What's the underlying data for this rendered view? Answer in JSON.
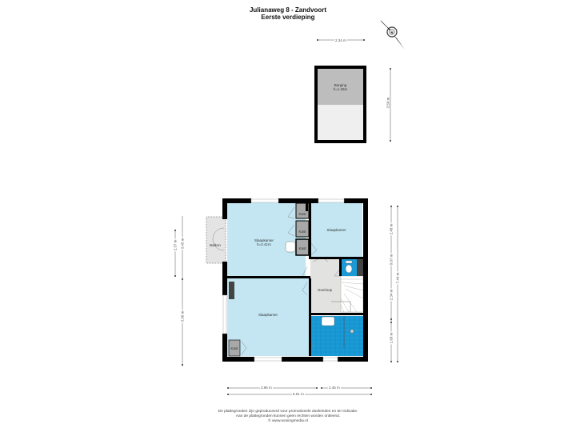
{
  "header": {
    "title": "Julianaweg 8 - Zandvoort",
    "subtitle": "Eerste verdieping"
  },
  "compass": {
    "icon": "compass-north-icon",
    "label": "N"
  },
  "storage": {
    "name": "Berging",
    "height": "h=1.26m",
    "dim_width": "2.34 m",
    "dim_height": "3.50 m"
  },
  "rooms": {
    "bedroom_main": {
      "name": "Slaapkamer",
      "height": "h=2.41m"
    },
    "bedroom_right": {
      "name": "Slaapkamer"
    },
    "bedroom_bottom": {
      "name": "Slaapkamer"
    },
    "landing": {
      "name": "Overloop"
    },
    "balcony": {
      "name": "Balkon"
    },
    "closets": [
      "Kast",
      "Kast",
      "Kast",
      "Kast"
    ]
  },
  "dimensions": {
    "left_outer_top": "3.45 m",
    "left_inner_top": "2.37 m",
    "left_bottom": "3.96 m",
    "right_1": "2.48 m",
    "right_2": "0.07 m",
    "right_3": "2.34 m",
    "right_4": "1.68 m",
    "right_total": "7.44 m",
    "bottom_left": "3.96 m",
    "bottom_right": "2.45 m",
    "bottom_total": "6.61 m"
  },
  "colors": {
    "room_blue": "#c3e6f2",
    "tile_blue": "#1a9ad6",
    "landing_gray": "#e2e2e0",
    "closet_gray": "#a8a8a8",
    "wall": "#000000",
    "storage_low": "#bdbdbd",
    "storage_high": "#efefef"
  },
  "footer": {
    "line1": "De plattegronden zijn geproduceerd voor promotionele doeleinden en ter indicatie.",
    "line2": "Aan de plattegronden kunnen geen rechten worden ontleend.",
    "line3": "© www.woningmedia.nl"
  }
}
